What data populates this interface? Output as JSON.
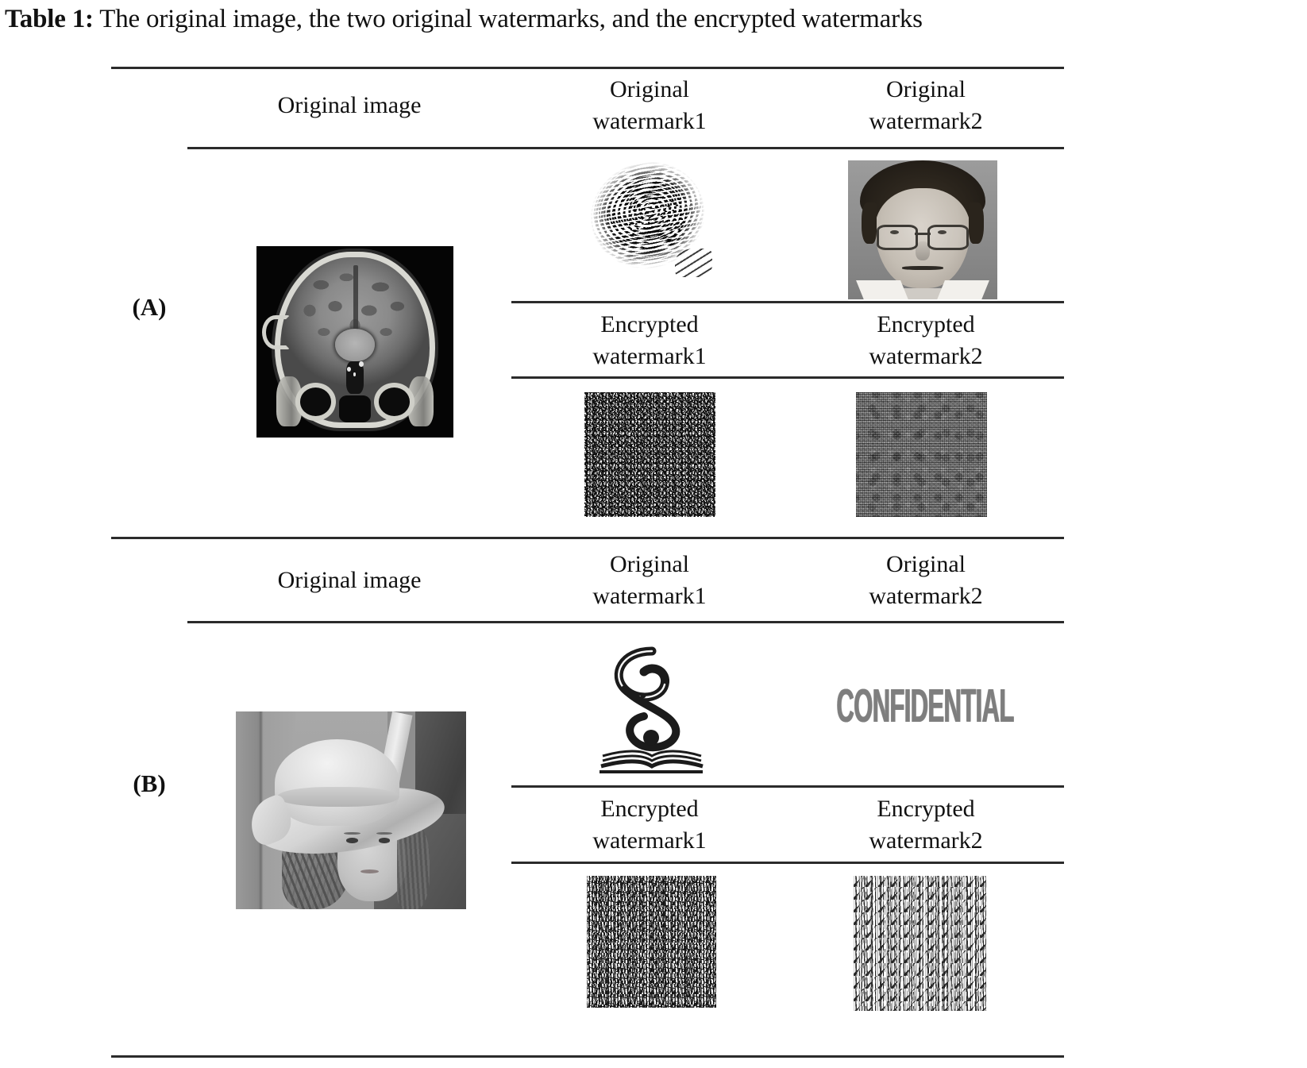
{
  "caption": {
    "label": "Table 1:",
    "text": "The original image, the two original watermarks, and the encrypted watermarks"
  },
  "table": {
    "columns": {
      "original_image": "Original image",
      "original_watermark1_line1": "Original",
      "original_watermark1_line2": "watermark1",
      "original_watermark2_line1": "Original",
      "original_watermark2_line2": "watermark2",
      "encrypted_watermark1_line1": "Encrypted",
      "encrypted_watermark1_line2": "watermark1",
      "encrypted_watermark2_line1": "Encrypted",
      "encrypted_watermark2_line2": "watermark2"
    },
    "rows": [
      {
        "group_label": "(A)",
        "original_image": "mri-brain-scan",
        "original_watermark1": "fingerprint-image",
        "original_watermark2": "face-photo-image",
        "encrypted_watermark1": "encrypted-noise-sparse",
        "encrypted_watermark2": "encrypted-noise-dense-gray"
      },
      {
        "group_label": "(B)",
        "original_image": "lena-portrait-image",
        "original_watermark1": "institution-logo-swirl-book",
        "original_watermark2": "confidential-text-image",
        "encrypted_watermark1": "encrypted-noise-streaky",
        "encrypted_watermark2": "encrypted-noise-streaky-sparse"
      }
    ],
    "watermark2_text": "CONFIDENTIAL"
  },
  "colors": {
    "rule": "#2b2b2b",
    "text": "#111111",
    "page_background": "#ffffff",
    "confidential_gray": "#7e7e7e"
  }
}
